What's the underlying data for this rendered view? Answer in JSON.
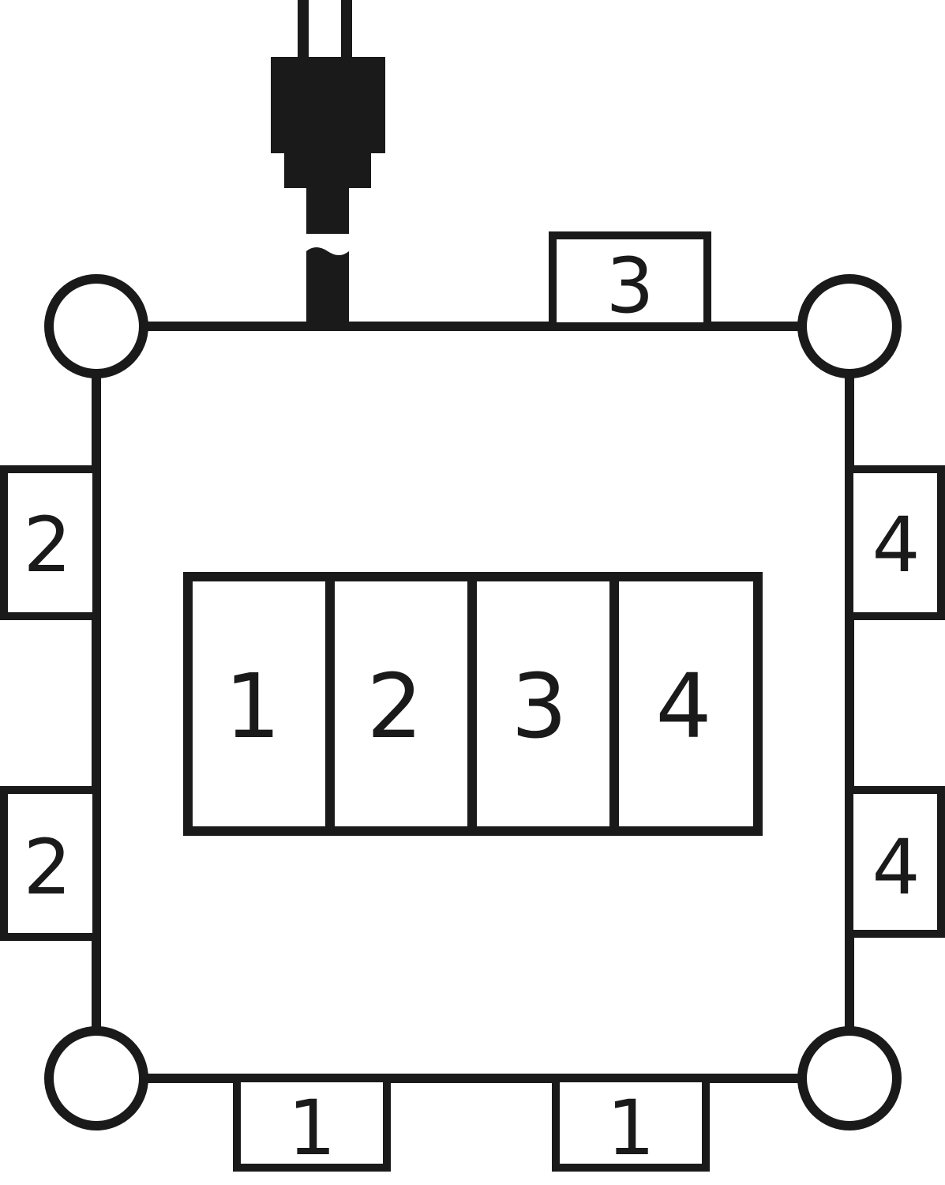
{
  "diagram": {
    "colors": {
      "ink": "#1a1a1a",
      "background": "#ffffff"
    },
    "center_panel": [
      "1",
      "2",
      "3",
      "4"
    ],
    "outlets": {
      "top": "3",
      "left_upper": "2",
      "left_lower": "2",
      "right_upper": "4",
      "right_lower": "4",
      "bottom_left": "1",
      "bottom_right": "1"
    },
    "icons": {
      "plug": "power-plug-icon",
      "corners": "corner-ring-icon"
    }
  }
}
